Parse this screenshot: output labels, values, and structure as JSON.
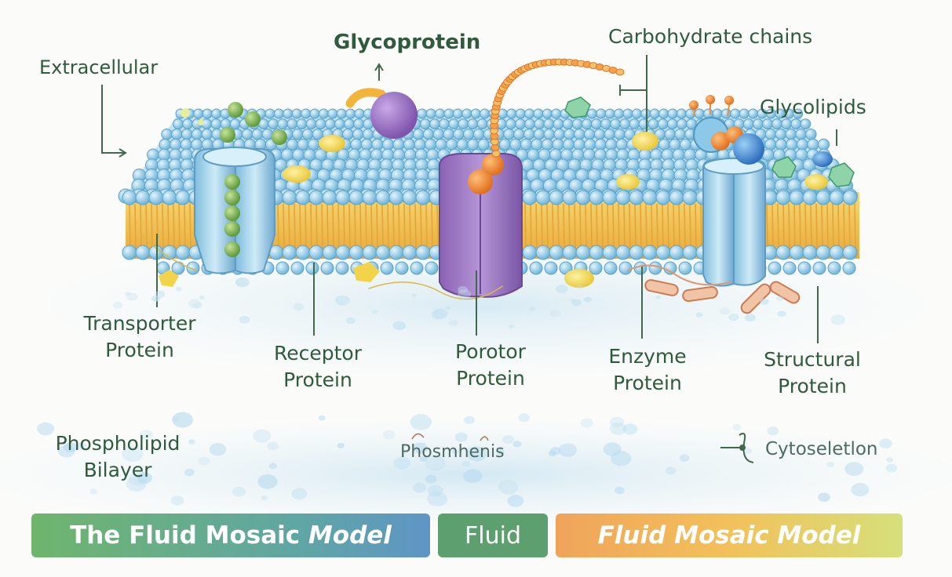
{
  "labels": {
    "extracellular": "Extracellular",
    "glycoprotein": "Glycoprotein",
    "carbohydrate_chains": "Carbohydrate chains",
    "glycolipids": "Glycolipids",
    "transporter_1": "Transporter",
    "transporter_2": "Protein",
    "receptor_1": "Receptor",
    "receptor_2": "Protein",
    "porotor_1": "Porotor",
    "porotor_2": "Protein",
    "enzyme_1": "Enzyme",
    "enzyme_2": "Protein",
    "structural_1": "Structural",
    "structural_2": "Protein",
    "phospholipid_1": "Phospholipid",
    "phospholipid_2": "Bilayer",
    "phosmhenis": "Phosmhenis",
    "cytoskeleton": "Cytoseletlon"
  },
  "banners": {
    "left_main": "The Fluid Mosaic",
    "left_italic": "Model",
    "middle": "Fluid",
    "right": "Fluid Mosaic Model"
  },
  "colors": {
    "label_green": "#2f5a3c",
    "head_blue": "#8fcbe8",
    "tail_yellow": "#f2c04d",
    "channel_blue": "#9dcfe6",
    "receptor_purple": "#9a73bf",
    "banner_left": "#5fa66a",
    "banner_middle": "#5aa06a",
    "banner_right": "#f0b060"
  }
}
